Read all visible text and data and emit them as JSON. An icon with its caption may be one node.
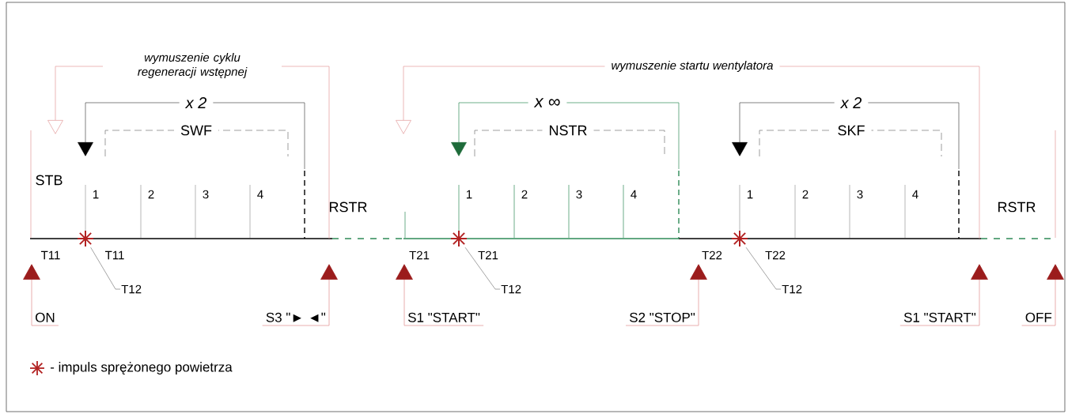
{
  "diagram": {
    "nodes": [
      {
        "text": [
          "ON"
        ]
      },
      {
        "text": [
          "S3 \"► ◄\""
        ]
      },
      {
        "text": [
          "S1 \"START\""
        ]
      },
      {
        "text": [
          "S2 \"STOP\""
        ]
      },
      {
        "text": [
          "S1 \"START\""
        ]
      },
      {
        "text": [
          "OFF"
        ]
      },
      {
        "text": [],
        "shape": "asterisk"
      },
      {
        "text": [],
        "shape": "asterisk"
      },
      {
        "text": [],
        "shape": "asterisk"
      },
      {
        "text": [
          "T12"
        ]
      },
      {
        "text": [
          "T12"
        ]
      },
      {
        "text": [
          "T12"
        ]
      }
    ],
    "edges": [
      {
        "from": 0,
        "to": null,
        "arrow": "to"
      },
      {
        "from": 1,
        "to": null,
        "arrow": "to"
      },
      {
        "from": 2,
        "to": null,
        "arrow": "to"
      },
      {
        "from": 3,
        "to": null,
        "arrow": "to"
      },
      {
        "from": 4,
        "to": null,
        "arrow": "to"
      },
      {
        "from": 5,
        "to": null,
        "arrow": "to"
      },
      {
        "from": 9,
        "to": 6,
        "arrow": "none",
        "color": "#666666"
      },
      {
        "from": 10,
        "to": 7,
        "arrow": "none",
        "color": "#666666"
      },
      {
        "from": 11,
        "to": 8,
        "arrow": "none",
        "color": "#666666"
      }
    ],
    "labels": [
      "wymuszenie cyklu regeneracji wstępnej",
      "wymuszenie startu wentylatora",
      "x 2",
      "x ∞",
      "x 2",
      "SWF",
      "NSTR",
      "SKF",
      "STB",
      "1",
      "2",
      "3",
      "4",
      "RSTR",
      "1",
      "2",
      "3",
      "4",
      "1",
      "2",
      "3",
      "4",
      "RSTR",
      "T11",
      "T11",
      "T21",
      "T21",
      "T22",
      "T22"
    ],
    "legend": [
      {
        "text": "- impuls sprężonego powietrza"
      }
    ]
  }
}
